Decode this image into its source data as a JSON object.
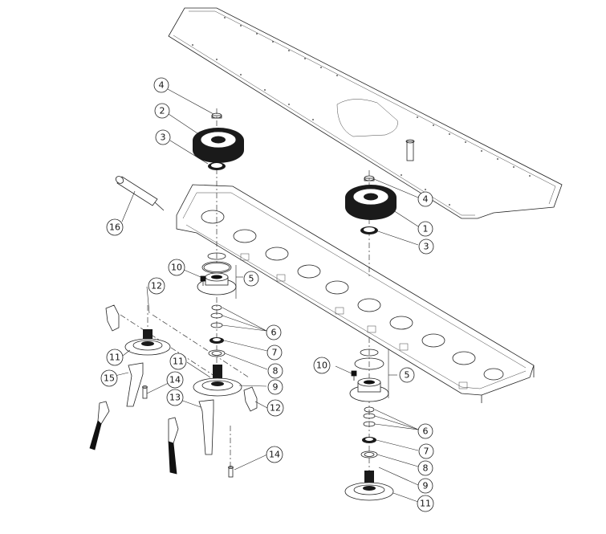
{
  "callouts": [
    {
      "id": "c4a",
      "label": "4"
    },
    {
      "id": "c2",
      "label": "2"
    },
    {
      "id": "c3a",
      "label": "3"
    },
    {
      "id": "c16",
      "label": "16"
    },
    {
      "id": "c4b",
      "label": "4"
    },
    {
      "id": "c1",
      "label": "1"
    },
    {
      "id": "c3b",
      "label": "3"
    },
    {
      "id": "c10a",
      "label": "10"
    },
    {
      "id": "c5a",
      "label": "5"
    },
    {
      "id": "c12a",
      "label": "12"
    },
    {
      "id": "c6a",
      "label": "6"
    },
    {
      "id": "c7a",
      "label": "7"
    },
    {
      "id": "c11a",
      "label": "11"
    },
    {
      "id": "c8a",
      "label": "8"
    },
    {
      "id": "c11b",
      "label": "11"
    },
    {
      "id": "c15",
      "label": "15"
    },
    {
      "id": "c14a",
      "label": "14"
    },
    {
      "id": "c9a",
      "label": "9"
    },
    {
      "id": "c13",
      "label": "13"
    },
    {
      "id": "c12b",
      "label": "12"
    },
    {
      "id": "c10b",
      "label": "10"
    },
    {
      "id": "c5b",
      "label": "5"
    },
    {
      "id": "c6b",
      "label": "6"
    },
    {
      "id": "c7b",
      "label": "7"
    },
    {
      "id": "c14b",
      "label": "14"
    },
    {
      "id": "c8b",
      "label": "8"
    },
    {
      "id": "c9b",
      "label": "9"
    },
    {
      "id": "c11c",
      "label": "11"
    }
  ]
}
